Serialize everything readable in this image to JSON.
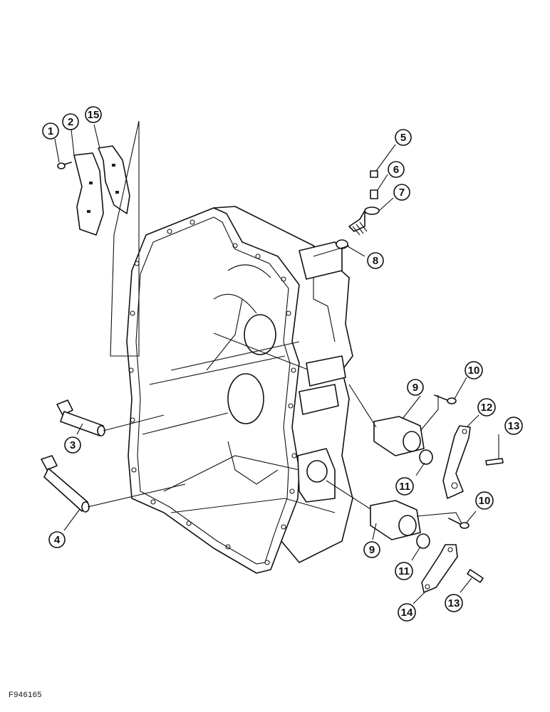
{
  "figure": {
    "code": "F946165"
  },
  "callouts": [
    {
      "label": "1"
    },
    {
      "label": "2"
    },
    {
      "label": "15"
    },
    {
      "label": "5"
    },
    {
      "label": "6"
    },
    {
      "label": "7"
    },
    {
      "label": "8"
    },
    {
      "label": "10"
    },
    {
      "label": "9"
    },
    {
      "label": "12"
    },
    {
      "label": "13"
    },
    {
      "label": "11"
    },
    {
      "label": "3"
    },
    {
      "label": "4"
    },
    {
      "label": "10"
    },
    {
      "label": "9"
    },
    {
      "label": "11"
    },
    {
      "label": "14"
    },
    {
      "label": "13"
    }
  ]
}
